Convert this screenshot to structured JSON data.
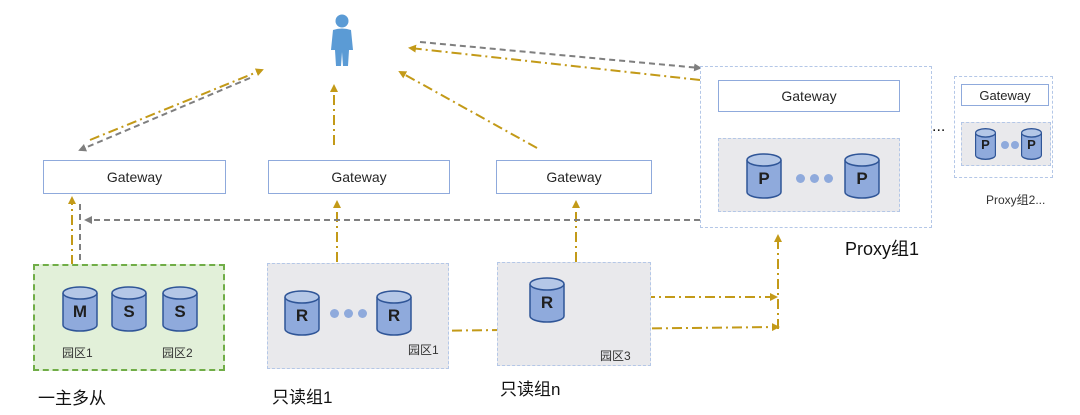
{
  "gateways": {
    "g1": "Gateway",
    "g2": "Gateway",
    "g3": "Gateway",
    "proxy1": "Gateway",
    "proxy2": "Gateway"
  },
  "databases": {
    "master": "M",
    "slave1": "S",
    "slave2": "S",
    "ro1a": "R",
    "ro1b": "R",
    "ron": "R",
    "p1a": "P",
    "p1b": "P",
    "p2a": "P",
    "p2b": "P"
  },
  "labels": {
    "park1_master": "园区1",
    "park2_master": "园区2",
    "park1_ro": "园区1",
    "park3_ro": "园区3",
    "group_master": "一主多从",
    "group_ro1": "只读组1",
    "group_ron": "只读组n",
    "group_proxy1": "Proxy组1",
    "group_proxy2": "Proxy组2...",
    "ellipsis": "..."
  },
  "colors": {
    "gateway_border": "#8faadc",
    "db_fill": "#8faadc",
    "db_stroke": "#2f5597",
    "arrow_gold": "#c39a18",
    "arrow_grey": "#7f7f7f",
    "green_fill": "#e2f0d9",
    "green_border": "#70ad47",
    "grey_fill": "#e9e9ec",
    "user_icon": "#5b9bd5"
  },
  "icons": {
    "user": "person-icon",
    "database": "cylinder-database-icon"
  }
}
